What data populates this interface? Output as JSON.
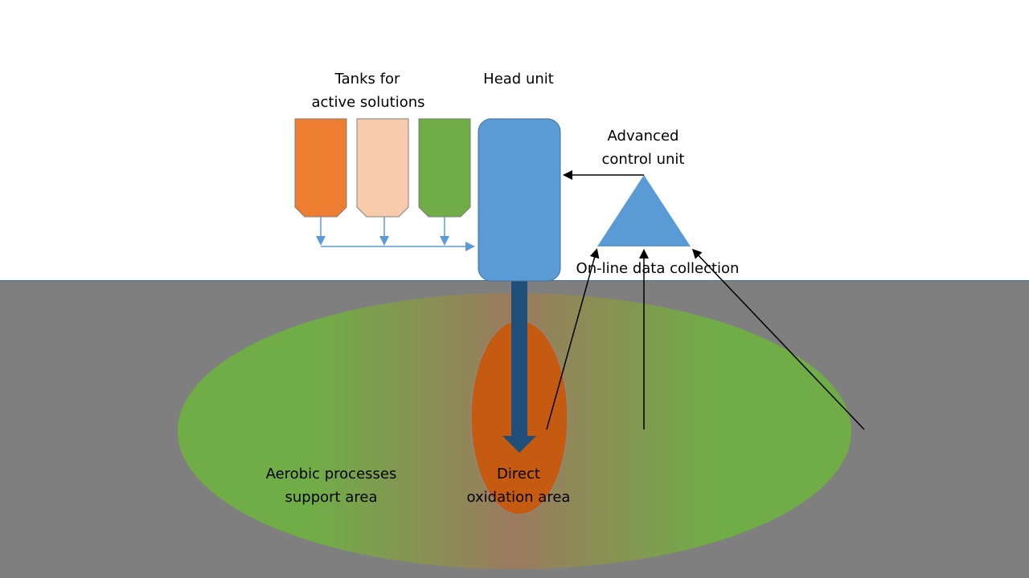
{
  "title": "In-situ remediation system diagram",
  "labels": {
    "tanks_line1": "Tanks for",
    "tanks_line2": "active solutions",
    "head_unit": "Head unit",
    "control_line1": "Advanced",
    "control_line2": "control unit",
    "data_collection": "On-line data collection",
    "aerobic_line1": "Aerobic processes",
    "aerobic_line2": "support area",
    "oxidation_line1": "Direct",
    "oxidation_line2": "oxidation area"
  },
  "tanks": [
    {
      "name": "tank-orange",
      "color": "#ED7D31"
    },
    {
      "name": "tank-peach",
      "color": "#F8CBAD"
    },
    {
      "name": "tank-green",
      "color": "#70AD47"
    }
  ],
  "colors": {
    "head_unit": "#5B9BD5",
    "control_unit": "#5B9BD5",
    "ground": "#7F7F7F",
    "aerobic_area": "#70AD47",
    "oxidation_area": "#C55A11",
    "injection_arrow": "#1F4E79",
    "flow_lines": "#5B9BD5"
  }
}
